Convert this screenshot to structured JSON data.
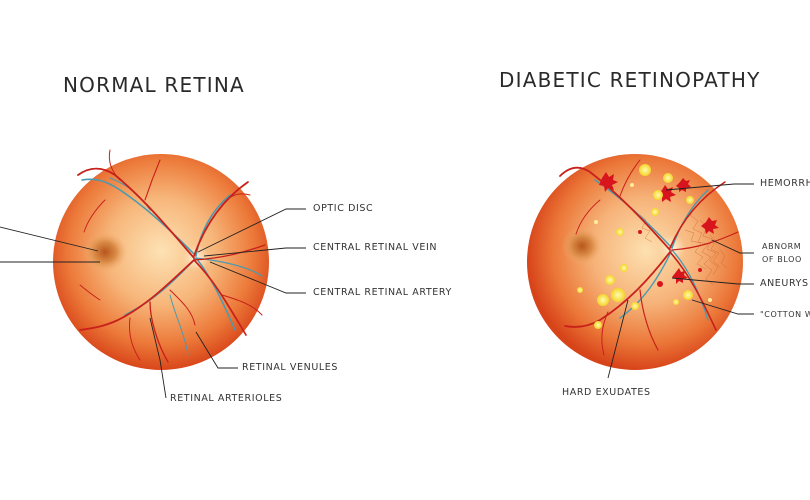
{
  "titles": {
    "normal": "NORMAL RETINA",
    "diabetic": "DIABETIC RETINOPATHY"
  },
  "normal_labels": {
    "optic_disc": "OPTIC DISC",
    "central_vein": "CENTRAL RETINAL VEIN",
    "central_artery": "CENTRAL RETINAL ARTERY",
    "venules": "RETINAL VENULES",
    "arterioles": "RETINAL ARTERIOLES"
  },
  "diabetic_labels": {
    "hemorrhages": "HEMORRH",
    "abnormal_1": "ABNORM",
    "abnormal_2": "OF BLOO",
    "aneurysm": "ANEURYS",
    "cotton_wool": "\"COTTON WO",
    "hard_exudates": "HARD EXUDATES"
  },
  "colors": {
    "background": "#ffffff",
    "retina_outer": "#e2581d",
    "retina_inner": "#fbd6a0",
    "artery": "#c8201b",
    "vein": "#4a9ab0",
    "exudate": "#f6e23a",
    "hemorrhage": "#d8141c"
  }
}
